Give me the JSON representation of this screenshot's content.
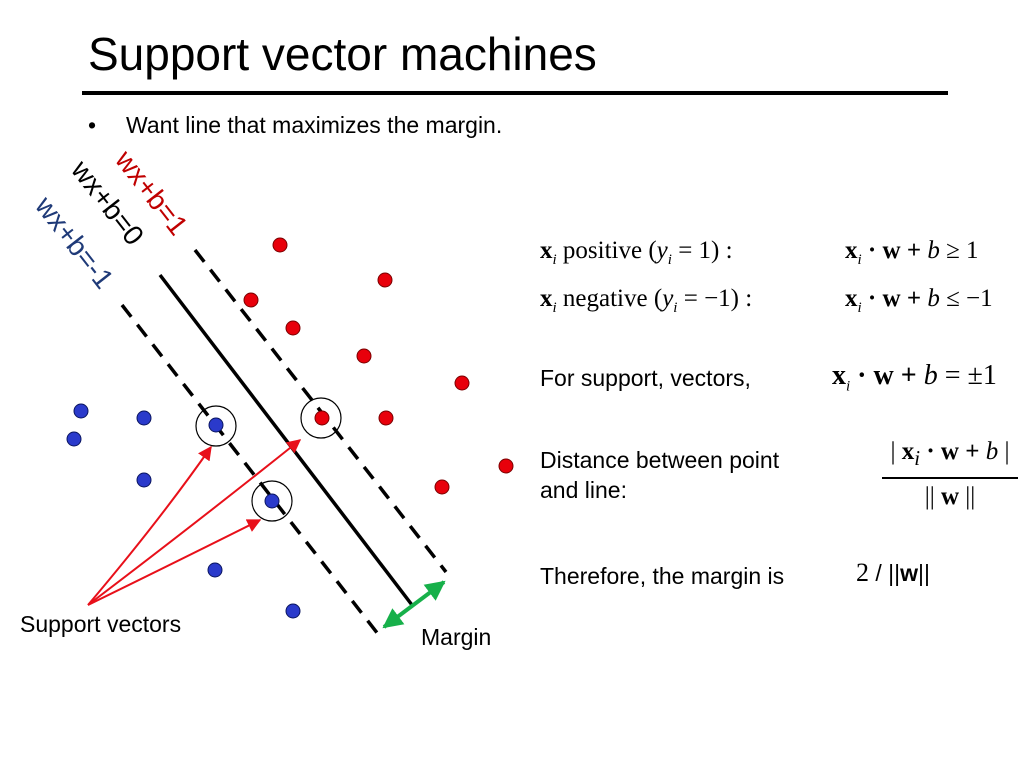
{
  "title": "Support vector machines",
  "bullet": "Want line that maximizes the margin.",
  "line_labels": {
    "pos": "wx+b=1",
    "zero": "wx+b=0",
    "neg": "wx+b=-1"
  },
  "labels": {
    "support_vectors": "Support vectors",
    "margin": "Margin"
  },
  "equations": {
    "pos_lhs_var": "x",
    "pos_lhs_sub": "i",
    "pos_lhs_text": " positive (",
    "pos_y": "y",
    "pos_y_sub": "i",
    "pos_cond": " = 1) :",
    "pos_rhs_x": "x",
    "pos_rhs_sub": "i",
    "pos_rhs_w": " · w + ",
    "pos_rhs_b": "b",
    "pos_rhs_tail": " ≥ 1",
    "neg_lhs_var": "x",
    "neg_lhs_sub": "i",
    "neg_lhs_text": " negative (",
    "neg_y": "y",
    "neg_y_sub": "i",
    "neg_cond": " = −1) :",
    "neg_rhs_x": "x",
    "neg_rhs_sub": "i",
    "neg_rhs_w": " · w + ",
    "neg_rhs_b": "b",
    "neg_rhs_tail": " ≤ −1",
    "support_x": "x",
    "support_sub": "i",
    "support_w": " · w + ",
    "support_b": "b",
    "support_tail": " = ±1",
    "dist_num_open": "| ",
    "dist_num_x": "x",
    "dist_num_sub": "i",
    "dist_num_w": " · w + ",
    "dist_num_b": "b",
    "dist_num_close": " |",
    "dist_den_open": "|| ",
    "dist_den_w": "w",
    "dist_den_close": " ||",
    "margin_two": "2",
    "margin_slash": " / ||",
    "margin_w": "w",
    "margin_close": "||"
  },
  "text": {
    "support": "For support, vectors,",
    "distance_line1": "Distance between point",
    "distance_line2": "and line:",
    "therefore": "Therefore, the margin is"
  },
  "colors": {
    "positive": "#e8000b",
    "negative": "#2a3acb",
    "pos_label": "#c00000",
    "neg_label": "#1f3a78",
    "arrow": "#e8101a",
    "margin_arrow": "#17b04a"
  }
}
